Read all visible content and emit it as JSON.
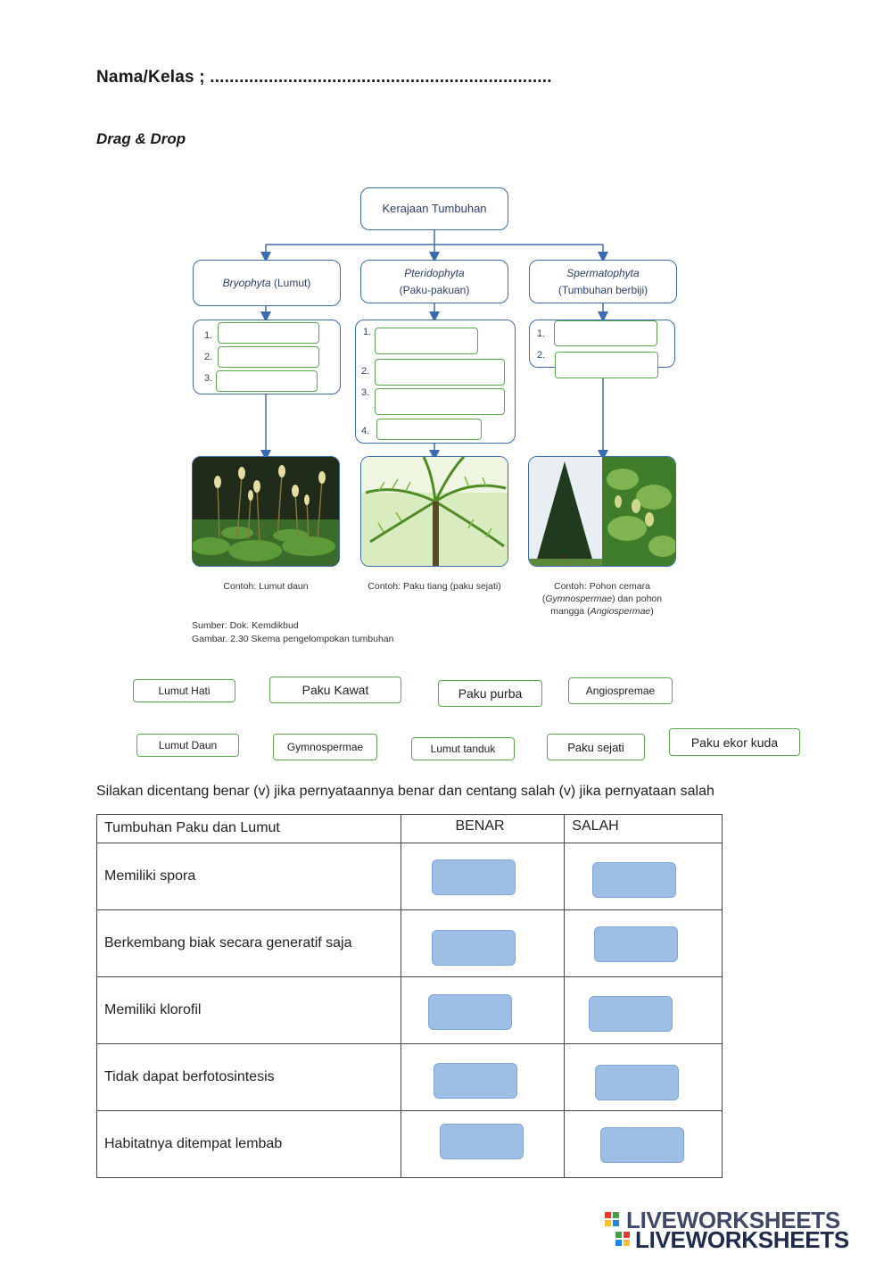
{
  "header": {
    "name_line": "Nama/Kelas ; ......................................................................",
    "section_title": "Drag & Drop"
  },
  "diagram": {
    "root": "Kerajaan Tumbuhan",
    "groups": [
      {
        "latin": "Bryophyta",
        "local": " (Lumut)",
        "numbers": [
          "1.",
          "2.",
          "3."
        ]
      },
      {
        "latin": "Pteridophyta",
        "local": "(Paku-pakuan)",
        "numbers": [
          "1.",
          "2.",
          "3.",
          "4."
        ]
      },
      {
        "latin": "Spermatophyta",
        "local": "(Tumbuhan berbiji)",
        "numbers": [
          "1.",
          "2."
        ]
      }
    ],
    "captions": {
      "moss": "Contoh: Lumut daun",
      "fern": "Contoh: Paku tiang (paku sejati)",
      "seed_line1": "Contoh: Pohon cemara",
      "seed_gymno": "Gymnospermae",
      "seed_line2_rest": ") dan pohon",
      "seed_line3_pre": "mangga (",
      "seed_angio": "Angiospermae",
      "seed_line3_post": ")"
    },
    "source_line1": "Sumber: Dok. Kemdikbud",
    "source_line2": "Gambar. 2.30 Skema pengelompokan tumbuhan"
  },
  "chips": {
    "lumut_hati": "Lumut Hati",
    "paku_kawat": "Paku Kawat",
    "paku_purba": "Paku purba",
    "angiospremae": "Angiospremae",
    "lumut_daun": "Lumut Daun",
    "gymnospermae": "Gymnospermae",
    "lumut_tanduk": "Lumut tanduk",
    "paku_sejati": "Paku sejati",
    "paku_ekor_kuda": "Paku ekor kuda"
  },
  "instruction": "Silakan dicentang benar (v) jika pernyataannya benar dan centang salah (v) jika pernyataan salah",
  "table": {
    "headers": [
      "Tumbuhan Paku dan Lumut",
      "BENAR",
      "SALAH"
    ],
    "rows": [
      "Memiliki spora",
      "Berkembang biak secara generatif saja",
      "Memiliki klorofil",
      "Tidak dapat berfotosintesis",
      "Habitatnya ditempat lembab"
    ]
  },
  "brand": {
    "logo_text": "LIVEWORKSHEETS",
    "colors": [
      "#e53935",
      "#43a047",
      "#fbc02d",
      "#1e88e5"
    ]
  }
}
